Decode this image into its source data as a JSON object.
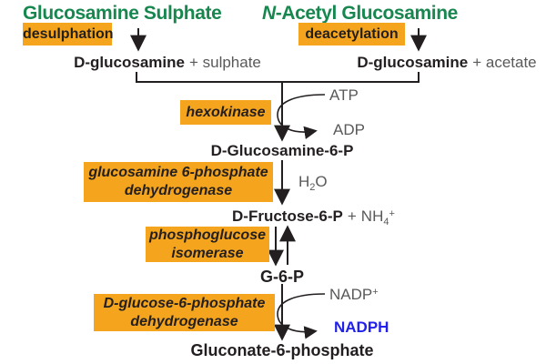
{
  "colors": {
    "title_green": "#17874F",
    "enzyme_box_orange": "#F5A51D",
    "cofactor_gray": "#58595B",
    "nadph_blue": "#2121EB",
    "arrow_black": "#231F20"
  },
  "left_branch": {
    "title": "Glucosamine Sulphate",
    "enzyme": "desulphation",
    "product": "D-glucosamine",
    "byproduct": "+ sulphate"
  },
  "right_branch": {
    "title_n": "N",
    "title_rest": "-Acetyl Glucosamine",
    "enzyme": "deacetylation",
    "product": "D-glucosamine",
    "byproduct": "+ acetate"
  },
  "hexokinase_step": {
    "enzyme": "hexokinase",
    "cofactor_in": "ATP",
    "cofactor_out": "ADP",
    "product": "D-Glucosamine-6-P"
  },
  "dehydrogenase_step": {
    "enzyme_line1": "glucosamine 6-phosphate",
    "enzyme_line2": "dehydrogenase",
    "cofactor_pre": "H",
    "cofactor_sub": "2",
    "cofactor_post": "O",
    "product": "D-Fructose-6-P",
    "byproduct_plus": "+",
    "byproduct_base": "NH",
    "byproduct_sub": "4",
    "byproduct_sup": "+"
  },
  "isomerase_step": {
    "enzyme_line1": "phosphoglucose",
    "enzyme_line2": "isomerase",
    "product": "G-6-P"
  },
  "g6pd_step": {
    "enzyme_line1": "D-glucose-6-phosphate",
    "enzyme_line2": "dehydrogenase",
    "cofactor_in_base": "NADP",
    "cofactor_in_sup": "+",
    "cofactor_out": "NADPH",
    "product": "Gluconate-6-phosphate"
  }
}
